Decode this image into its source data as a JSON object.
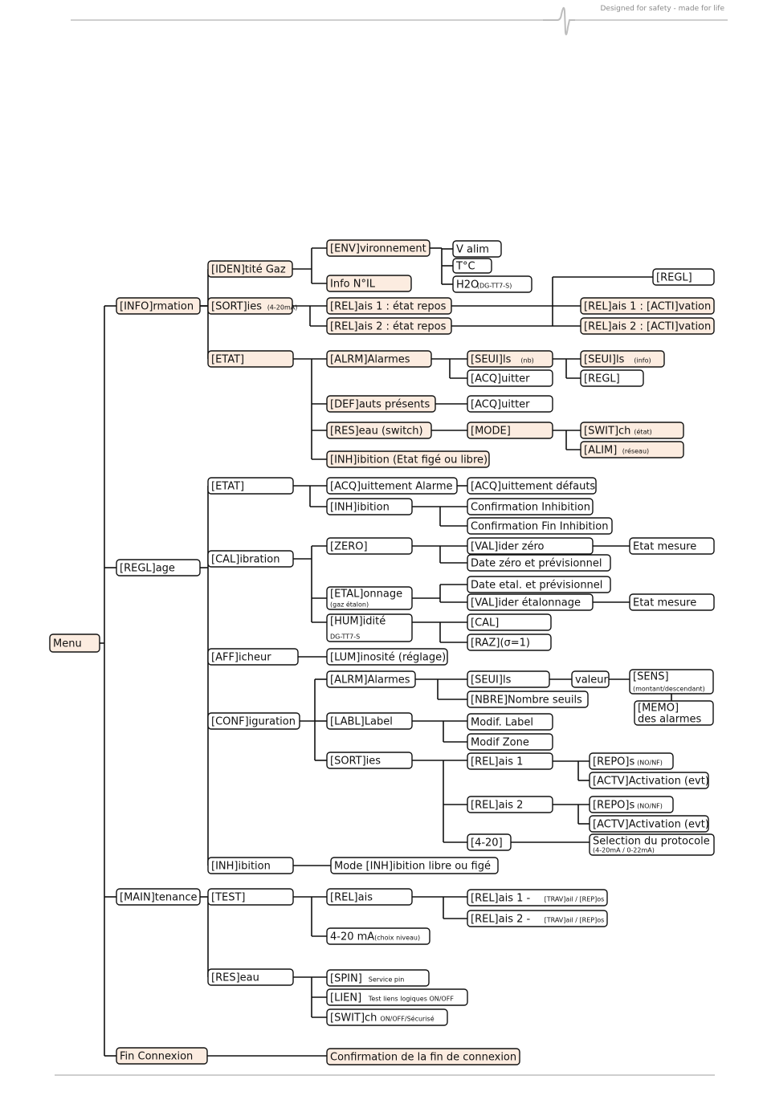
{
  "header": {
    "tagline": "Designed for safety - made for life"
  },
  "colors": {
    "node_fill": "#fcece0",
    "plain_fill": "#ffffff",
    "stroke": "#111111",
    "line": "#111111"
  },
  "nodes": {
    "menu": {
      "text": "Menu",
      "sub": "",
      "fill": true
    },
    "info": {
      "text": "[INFO]rmation",
      "sub": "",
      "fill": true
    },
    "identite": {
      "text": "[IDEN]tité Gaz",
      "sub": "",
      "fill": true
    },
    "env": {
      "text": "[ENV]vironnement",
      "sub": "",
      "fill": true
    },
    "valim": {
      "text": "V alim",
      "sub": "",
      "fill": false
    },
    "tc": {
      "text": "T°C",
      "sub": "",
      "fill": false
    },
    "h2o": {
      "text": "H2O",
      "sub": "(DG-TT7-S)",
      "fill": false
    },
    "infonil": {
      "text": "Info N°IL",
      "sub": "",
      "fill": true
    },
    "sorties": {
      "text": "[SORT]ies",
      "sub": "(4-20mA)",
      "fill": true
    },
    "rel1repos": {
      "text": "[REL]ais 1 : état repos",
      "sub": "",
      "fill": true
    },
    "rel2repos": {
      "text": "[REL]ais 2 : état repos",
      "sub": "",
      "fill": true
    },
    "regltop": {
      "text": "[REGL]",
      "sub": "",
      "fill": false
    },
    "rel1acti": {
      "text": "[REL]ais 1 : [ACTI]vation",
      "sub": "",
      "fill": true
    },
    "rel2acti": {
      "text": "[REL]ais 2 : [ACTI]vation",
      "sub": "",
      "fill": true
    },
    "etat1": {
      "text": "[ETAT]",
      "sub": "",
      "fill": true
    },
    "alrm1": {
      "text": "[ALRM]Alarmes",
      "sub": "",
      "fill": true
    },
    "seuils1": {
      "text": "[SEUI]ls",
      "sub": "(nb)",
      "fill": true
    },
    "acq1": {
      "text": "[ACQ]uitter",
      "sub": "",
      "fill": false
    },
    "seuils2": {
      "text": "[SEUI]ls",
      "sub": "(info)",
      "fill": true
    },
    "regl2": {
      "text": "[REGL]",
      "sub": "",
      "fill": false
    },
    "def": {
      "text": "[DEF]auts présents",
      "sub": "",
      "fill": true
    },
    "acq2": {
      "text": "[ACQ]uitter",
      "sub": "",
      "fill": false
    },
    "reseau1": {
      "text": "[RES]eau (switch)",
      "sub": "",
      "fill": true
    },
    "mode": {
      "text": "[MODE]",
      "sub": "",
      "fill": true
    },
    "switch1": {
      "text": "[SWIT]ch",
      "sub": "(état)",
      "fill": true
    },
    "alim": {
      "text": "[ALIM]",
      "sub": "(réseau)",
      "fill": true
    },
    "inh1": {
      "text": "[INH]ibition (Etat figé ou libre)",
      "sub": "",
      "fill": true
    },
    "regl": {
      "text": "[REGL]age",
      "sub": "",
      "fill": false
    },
    "etat2": {
      "text": "[ETAT]",
      "sub": "",
      "fill": false
    },
    "acqalarme": {
      "text": "[ACQ]uittement Alarme",
      "sub": "",
      "fill": false
    },
    "acqdefauts": {
      "text": "[ACQ]uittement défauts",
      "sub": "",
      "fill": false
    },
    "inh2": {
      "text": "[INH]ibition",
      "sub": "",
      "fill": false
    },
    "confinh": {
      "text": "Confirmation Inhibition",
      "sub": "",
      "fill": false
    },
    "conffininh": {
      "text": "Confirmation Fin Inhibition",
      "sub": "",
      "fill": false
    },
    "cal": {
      "text": "[CAL]ibration",
      "sub": "",
      "fill": false
    },
    "zero": {
      "text": "[ZERO]",
      "sub": "",
      "fill": false
    },
    "valzero": {
      "text": "[VAL]ider zéro",
      "sub": "",
      "fill": false
    },
    "etatmesure1": {
      "text": "Etat mesure",
      "sub": "",
      "fill": false
    },
    "datezero": {
      "text": "Date zéro et prévisionnel",
      "sub": "",
      "fill": false
    },
    "etal": {
      "text": "[ETAL]onnage",
      "sub": "(gaz étalon)",
      "fill": false
    },
    "dateetal": {
      "text": "Date etal. et prévisionnel",
      "sub": "",
      "fill": false
    },
    "valetal": {
      "text": "[VAL]ider étalonnage",
      "sub": "",
      "fill": false
    },
    "etatmesure2": {
      "text": "Etat mesure",
      "sub": "",
      "fill": false
    },
    "hum": {
      "text": "[HUM]idité",
      "sub": "DG-TT7-S",
      "fill": false
    },
    "cal2": {
      "text": "[CAL]",
      "sub": "",
      "fill": false
    },
    "raz": {
      "text": "[RAZ](σ=1)",
      "sub": "",
      "fill": false
    },
    "aff": {
      "text": "[AFF]icheur",
      "sub": "",
      "fill": false
    },
    "lum": {
      "text": "[LUM]inosité (réglage)",
      "sub": "",
      "fill": false
    },
    "conf": {
      "text": "[CONF]iguration",
      "sub": "",
      "fill": false
    },
    "alrm2": {
      "text": "[ALRM]Alarmes",
      "sub": "",
      "fill": false
    },
    "seuils3": {
      "text": "[SEUI]ls",
      "sub": "",
      "fill": false
    },
    "valeur": {
      "text": "valeur",
      "sub": "",
      "fill": false
    },
    "sens": {
      "text": "[SENS]",
      "sub": "(montant/descendant)",
      "fill": false
    },
    "memo": {
      "text": "[MEMO]",
      "sub2": "des alarmes",
      "sub": "",
      "fill": false
    },
    "nbre": {
      "text": "[NBRE]Nombre seuils",
      "sub": "",
      "fill": false
    },
    "labl": {
      "text": "[LABL]Label",
      "sub": "",
      "fill": false
    },
    "modiflabel": {
      "text": "Modif. Label",
      "sub": "",
      "fill": false
    },
    "modifzone": {
      "text": "Modif Zone",
      "sub": "",
      "fill": false
    },
    "sort2": {
      "text": "[SORT]ies",
      "sub": "",
      "fill": false
    },
    "relais1": {
      "text": "[REL]ais 1",
      "sub": "",
      "fill": false
    },
    "repo1": {
      "text": "[REPO]s",
      "sub": "(NO/NF)",
      "fill": false
    },
    "actv1": {
      "text": "[ACTV]Activation (evt)",
      "sub": "",
      "fill": false
    },
    "relais2": {
      "text": "[REL]ais 2",
      "sub": "",
      "fill": false
    },
    "repo2": {
      "text": "[REPO]s",
      "sub": "(NO/NF)",
      "fill": false
    },
    "actv2": {
      "text": "[ACTV]Activation (evt)",
      "sub": "",
      "fill": false
    },
    "c420": {
      "text": "[4-20]",
      "sub": "",
      "fill": false
    },
    "selproto": {
      "text": "Selection du protocole",
      "sub": "(4-20mA / 0-22mA)",
      "fill": false
    },
    "inh3": {
      "text": "[INH]ibition",
      "sub": "",
      "fill": false
    },
    "modeinh": {
      "text": "Mode [INH]ibition libre ou figé",
      "sub": "",
      "fill": false
    },
    "main": {
      "text": "[MAIN]tenance",
      "sub": "",
      "fill": false
    },
    "test": {
      "text": "[TEST]",
      "sub": "",
      "fill": false
    },
    "relais3": {
      "text": "[REL]ais",
      "sub": "",
      "fill": false
    },
    "rel1trav": {
      "text": "[REL]ais 1 -",
      "sub": "[TRAV]ail / [REP]os",
      "fill": false
    },
    "rel2trav": {
      "text": "[REL]ais 2 -",
      "sub": "[TRAV]ail / [REP]os",
      "fill": false
    },
    "ma420": {
      "text": "4-20 mA",
      "sub": "(choix niveau)",
      "fill": false
    },
    "reseau2": {
      "text": "[RES]eau",
      "sub": "",
      "fill": false
    },
    "spin": {
      "text": "[SPIN]",
      "sub": "Service pin",
      "fill": false
    },
    "lien": {
      "text": "[LIEN]",
      "sub": "Test liens logiques ON/OFF",
      "fill": false
    },
    "swit2": {
      "text": "[SWIT]ch",
      "sub": "ON/OFF/Sécurisé",
      "fill": false
    },
    "fin": {
      "text": "Fin Connexion",
      "sub": "",
      "fill": true
    },
    "confin": {
      "text": "Confirmation de la fin de connexion",
      "sub": "",
      "fill": true
    }
  }
}
